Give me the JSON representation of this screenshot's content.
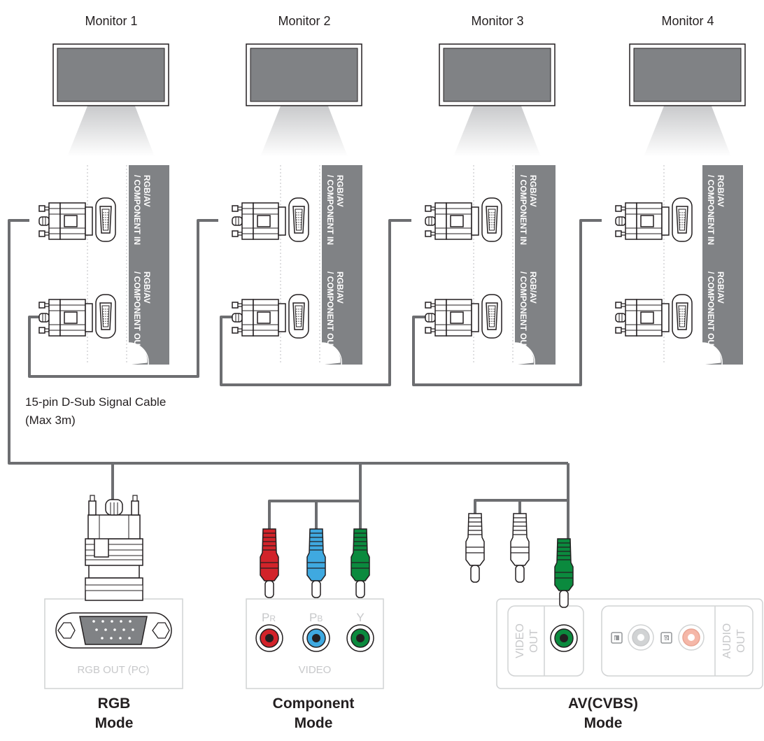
{
  "monitors": [
    {
      "label": "Monitor 1"
    },
    {
      "label": "Monitor 2"
    },
    {
      "label": "Monitor 3"
    },
    {
      "label": "Monitor 4"
    }
  ],
  "ports": {
    "in_line1": "RGB/AV",
    "in_line2": "/ COMPONENT IN",
    "out_line1": "RGB/AV",
    "out_line2": "/ COMPONENT OUT"
  },
  "cable": {
    "line1": "15-pin D-Sub Signal Cable",
    "line2": "(Max 3m)"
  },
  "sources": {
    "rgb": {
      "port_label": "RGB OUT (PC)",
      "mode_line1": "RGB",
      "mode_line2": "Mode"
    },
    "component": {
      "pr": "P",
      "pr_sub": "R",
      "pb": "P",
      "pb_sub": "B",
      "y": "Y",
      "video_label": "VIDEO",
      "mode_line1": "Component",
      "mode_line2": "Mode"
    },
    "av": {
      "video_out_1": "VIDEO",
      "video_out_2": "OUT",
      "audio_out_1": "AUDIO",
      "audio_out_2": "OUT",
      "left": "L",
      "right": "R",
      "mode_line1": "AV(CVBS)",
      "mode_line2": "Mode"
    }
  },
  "colors": {
    "cable": "#6d6e71",
    "panel": "#808285",
    "screen": "#808285",
    "red_plug": "#d2232a",
    "blue_plug": "#3fa9e0",
    "green_plug": "#0b8a3e",
    "light_gray": "#d1d3d4"
  }
}
